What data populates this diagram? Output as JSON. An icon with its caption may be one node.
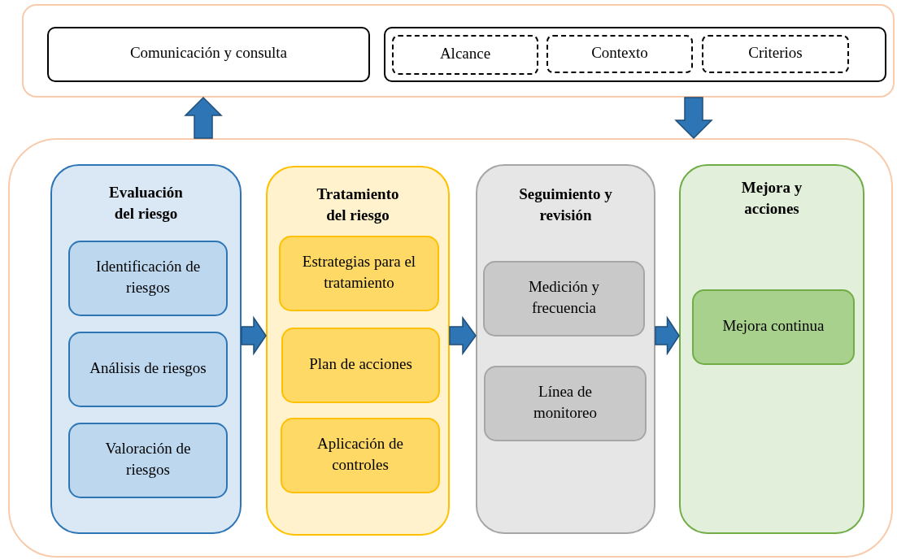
{
  "diagram": {
    "nodes": [
      {
        "text": [],
        "shape": "box"
      },
      {
        "text": [
          "Comunicación y consulta"
        ],
        "in": 0
      },
      {
        "text": [],
        "shape": "box",
        "in": 0
      },
      {
        "text": [
          "Alcance"
        ],
        "in": 2
      },
      {
        "text": [
          "Contexto"
        ],
        "in": 2
      },
      {
        "text": [
          "Criterios"
        ],
        "in": 2
      },
      {
        "text": [],
        "shape": "box"
      },
      {
        "text": [
          "Evaluación del riesgo"
        ],
        "in": 6
      },
      {
        "text": [
          "Identificación de riesgos"
        ],
        "in": 7
      },
      {
        "text": [
          "Análisis de riesgos"
        ],
        "in": 7
      },
      {
        "text": [
          "Valoración de riesgos"
        ],
        "in": 7
      },
      {
        "text": [
          "Tratamiento del riesgo"
        ],
        "in": 6
      },
      {
        "text": [
          "Estrategias para el tratamiento"
        ],
        "in": 11
      },
      {
        "text": [
          "Plan de acciones"
        ],
        "in": 11
      },
      {
        "text": [
          "Aplicación de controles"
        ],
        "in": 11
      },
      {
        "text": [
          "Seguimiento y revisión"
        ],
        "in": 6
      },
      {
        "text": [
          "Medición y frecuencia"
        ],
        "in": 15
      },
      {
        "text": [
          "Línea de monitoreo"
        ],
        "in": 15
      },
      {
        "text": [
          "Mejora y acciones"
        ],
        "in": 6
      },
      {
        "text": [
          "Mejora continua"
        ],
        "in": 18
      }
    ],
    "edges": [
      {
        "from": 6,
        "to": 0,
        "arrow": "to"
      },
      {
        "from": 0,
        "to": 6,
        "arrow": "to"
      },
      {
        "from": 7,
        "to": 11,
        "arrow": "to"
      },
      {
        "from": 11,
        "to": 15,
        "arrow": "to"
      },
      {
        "from": 15,
        "to": 18,
        "arrow": "to"
      }
    ]
  }
}
